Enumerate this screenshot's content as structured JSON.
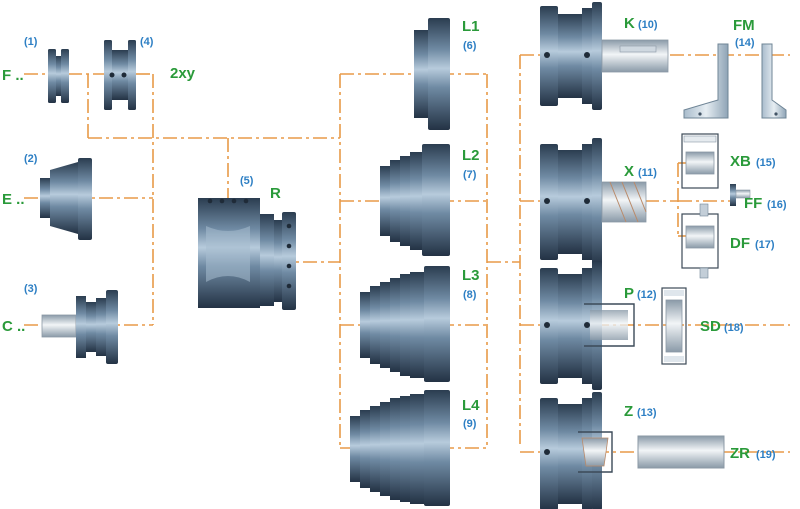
{
  "colors": {
    "label": "#2a9a3a",
    "number": "#2d7fc4",
    "connector": "#e89a48",
    "metal": "#4e6b84",
    "metal_light": "#a9c0d4",
    "metal_dark": "#2b3d50"
  },
  "components": [
    {
      "id": "F",
      "label": "F ..",
      "number": "(1)"
    },
    {
      "id": "E",
      "label": "E ..",
      "number": "(2)"
    },
    {
      "id": "C",
      "label": "C ..",
      "number": "(3)"
    },
    {
      "id": "2xy",
      "label": "2xy",
      "number": "(4)"
    },
    {
      "id": "R",
      "label": "R",
      "number": "(5)"
    },
    {
      "id": "L1",
      "label": "L1",
      "number": "(6)"
    },
    {
      "id": "L2",
      "label": "L2",
      "number": "(7)"
    },
    {
      "id": "L3",
      "label": "L3",
      "number": "(8)"
    },
    {
      "id": "L4",
      "label": "L4",
      "number": "(9)"
    },
    {
      "id": "K",
      "label": "K",
      "number": "(10)"
    },
    {
      "id": "X",
      "label": "X",
      "number": "(11)"
    },
    {
      "id": "P",
      "label": "P",
      "number": "(12)"
    },
    {
      "id": "Z",
      "label": "Z",
      "number": "(13)"
    },
    {
      "id": "FM",
      "label": "FM",
      "number": "(14)"
    },
    {
      "id": "XB",
      "label": "XB",
      "number": "(15)"
    },
    {
      "id": "FF",
      "label": "FF",
      "number": "(16)"
    },
    {
      "id": "DF",
      "label": "DF",
      "number": "(17)"
    },
    {
      "id": "SD",
      "label": "SD",
      "number": "(18)"
    },
    {
      "id": "ZR",
      "label": "ZR",
      "number": "(19)"
    }
  ]
}
